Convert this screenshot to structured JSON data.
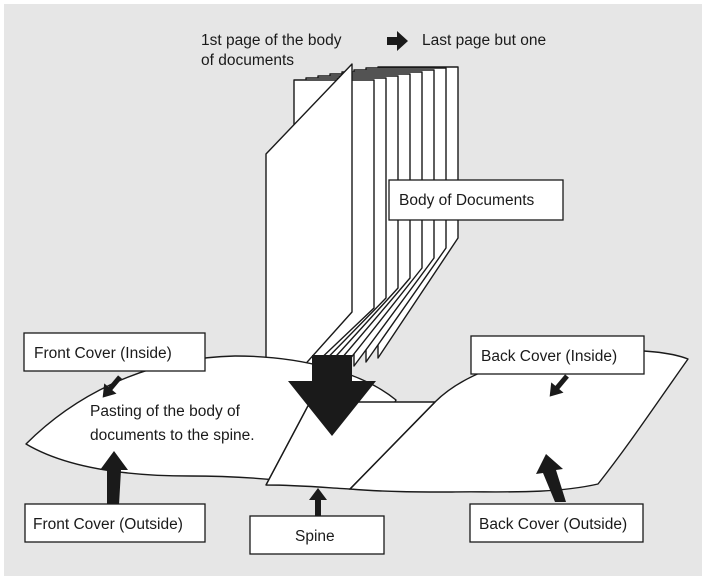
{
  "colors": {
    "background": "#e6e6e6",
    "line": "#1a1a1a",
    "paper": "#ffffff"
  },
  "header": {
    "from_line1": "1st page of the body",
    "from_line2": "of documents",
    "to": "Last page but one",
    "direction_icon": "right-arrow-icon"
  },
  "labels": {
    "body_of_documents": "Body of Documents",
    "front_cover_inside": "Front Cover (Inside)",
    "back_cover_inside": "Back Cover (Inside)",
    "pasting_line1": "Pasting of the body of",
    "pasting_line2": "documents to the spine.",
    "front_cover_outside": "Front Cover (Outside)",
    "spine": "Spine",
    "back_cover_outside": "Back Cover (Outside)"
  }
}
